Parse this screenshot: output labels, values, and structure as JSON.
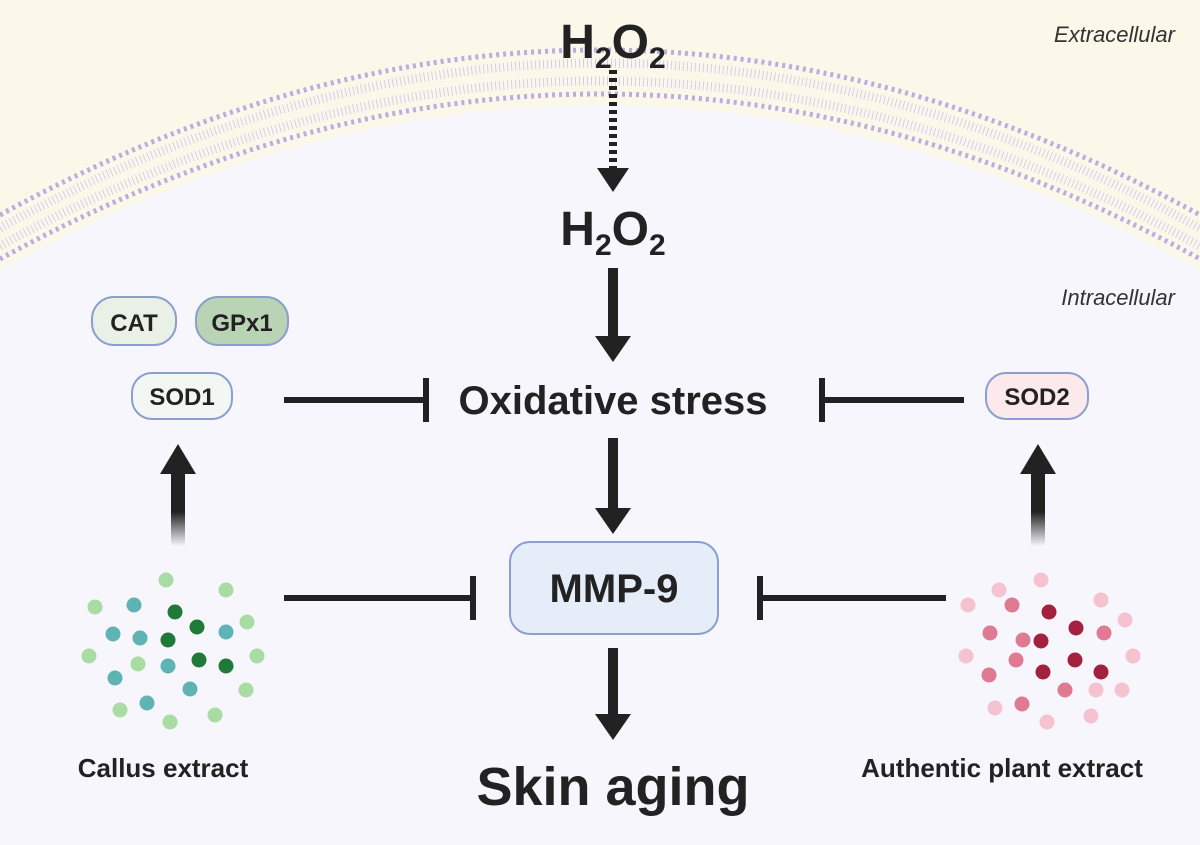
{
  "regions": {
    "extracellular": "Extracellular",
    "intracellular": "Intracellular"
  },
  "h2o2_top": {
    "base1": "H",
    "sub1": "2",
    "base2": "O",
    "sub2": "2"
  },
  "h2o2_inner": {
    "base1": "H",
    "sub1": "2",
    "base2": "O",
    "sub2": "2"
  },
  "enzymes": {
    "cat": "CAT",
    "gpx1": "GPx1",
    "sod1": "SOD1",
    "sod2": "SOD2"
  },
  "nodes": {
    "oxidative_stress": "Oxidative stress",
    "mmp9": "MMP-9",
    "skin_aging": "Skin aging"
  },
  "extracts": {
    "callus": "Callus extract",
    "authentic": "Authentic plant extract"
  },
  "colors": {
    "extracellular_bg": "#fbf8ea",
    "intracellular_bg": "#f7f6fc",
    "membrane": "#b8aee0",
    "arrow": "#222222",
    "cat_fill": "#e9f1e6",
    "gpx1_fill": "#b9d4b4",
    "sod1_fill": "#f2f7f4",
    "sod2_fill": "#fbe9ec",
    "mmp9_fill": "#e4edf8",
    "pill_stroke": "#8a9fcf",
    "callus_dark": "#1f7a3a",
    "callus_teal": "#5fb3b3",
    "callus_light": "#a9dca3",
    "plant_dark": "#a3213f",
    "plant_mid": "#e07a93",
    "plant_light": "#f5c3d0"
  }
}
